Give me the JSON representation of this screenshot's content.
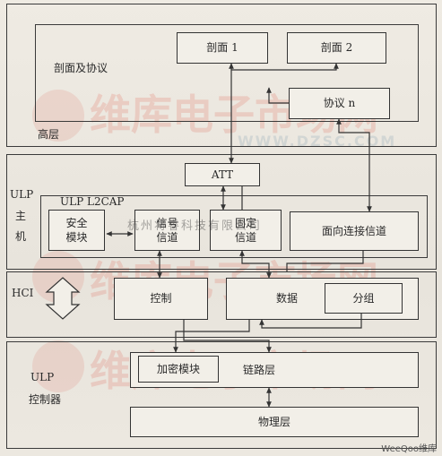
{
  "upper": {
    "label": "高层",
    "group_label": "剖面及协议",
    "profile1": "剖面 1",
    "profile2": "剖面 2",
    "protocol_n": "协议 n"
  },
  "host": {
    "label_line1": "ULP",
    "label_line2": "主",
    "label_line3": "机",
    "att": "ATT",
    "l2cap_label": "ULP L2CAP",
    "security": "安全\n模块",
    "signal": "信号\n信道",
    "fixed": "固定\n信道",
    "conn": "面向连接信道"
  },
  "hci": {
    "label": "HCI",
    "control": "控制",
    "data": "数据",
    "group": "分组"
  },
  "controller": {
    "label_line1": "ULP",
    "label_line2": "控制器",
    "encrypt": "加密模块",
    "link": "链路层",
    "physical": "物理层"
  },
  "watermark": {
    "brand": "维库电子市场网",
    "url": "WWW.DZSC.COM",
    "overlay": "杭州将睿科技有限公司",
    "corner": "WeeQoo维库"
  },
  "colors": {
    "line": "#333333",
    "watermark": "#dc503c"
  }
}
